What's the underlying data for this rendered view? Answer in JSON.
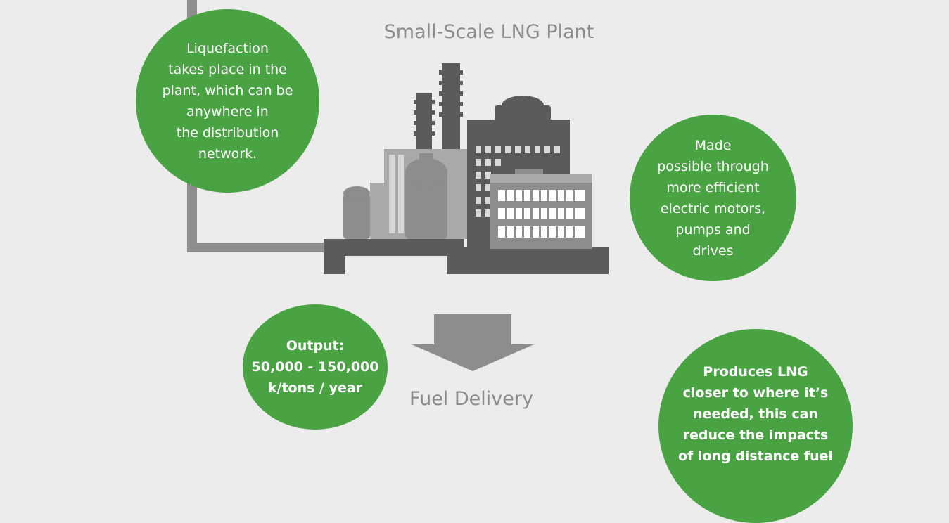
{
  "colors": {
    "background": "#ececec",
    "green": "#4aa343",
    "dark_gray": "#5b5b5b",
    "mid_gray": "#8d8d8d",
    "light_gray": "#a9a9a9",
    "text_gray": "#8c8c8c"
  },
  "icons": [
    "lng-plant-icon",
    "down-arrow-icon",
    "pipe-line"
  ],
  "title": "Small-Scale LNG Plant",
  "fuel_delivery": "Fuel Delivery",
  "bubbles": {
    "liquefaction": "Liquefaction\ntakes place in the\nplant, which can be\nanywhere in\nthe distribution\nnetwork.",
    "efficiency": "Made\npossible through\nmore efficient\nelectric motors,\npumps and\ndrives",
    "output": "Output:\n50,000 - 150,000\nk/tons / year",
    "produces": "Produces LNG\ncloser to where it’s\nneeded, this can\nreduce the impacts\nof long distance fuel"
  }
}
